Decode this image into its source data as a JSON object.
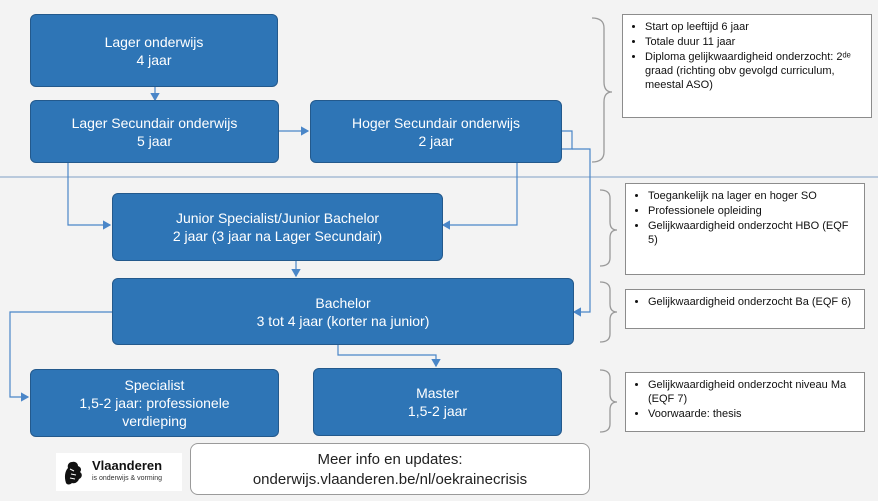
{
  "boxes": {
    "lager": {
      "line1": "Lager onderwijs",
      "line2": "4 jaar"
    },
    "lager_secundair": {
      "line1": "Lager Secundair onderwijs",
      "line2": "5 jaar"
    },
    "hoger_secundair": {
      "line1": "Hoger Secundair onderwijs",
      "line2": "2 jaar"
    },
    "junior": {
      "line1": "Junior Specialist/Junior Bachelor",
      "line2": "2 jaar (3 jaar na Lager Secundair)"
    },
    "bachelor": {
      "line1": "Bachelor",
      "line2": "3 tot 4 jaar (korter na junior)"
    },
    "specialist": {
      "line1": "Specialist",
      "line2": "1,5-2 jaar: professionele",
      "line3": "verdieping"
    },
    "master": {
      "line1": "Master",
      "line2": "1,5-2 jaar"
    }
  },
  "notes": {
    "secundair": [
      "Start op leeftijd 6 jaar",
      "Totale duur 11 jaar",
      "Diploma gelijkwaardigheid onderzocht: 2ᵈᵉ graad (richting obv gevolgd curriculum, meestal ASO)"
    ],
    "junior": [
      "Toegankelijk na lager  en hoger SO",
      "Professionele opleiding",
      "Gelijkwaardigheid onderzocht HBO (EQF 5)"
    ],
    "bachelor": [
      "Gelijkwaardigheid onderzocht Ba (EQF 6)"
    ],
    "master": [
      "Gelijkwaardigheid onderzocht niveau Ma (EQF 7)",
      "Voorwaarde: thesis"
    ]
  },
  "info": {
    "line1": "Meer info en updates:",
    "line2": "onderwijs.vlaanderen.be/nl/oekrainecrisis"
  },
  "logo": {
    "name": "Vlaanderen",
    "tagline": "is onderwijs & vorming"
  },
  "colors": {
    "box_fill": "#2e75b6",
    "box_border": "#23598c",
    "connector": "#4a86c8",
    "brace": "#9a9a9a",
    "background": "#f3f3f3"
  }
}
